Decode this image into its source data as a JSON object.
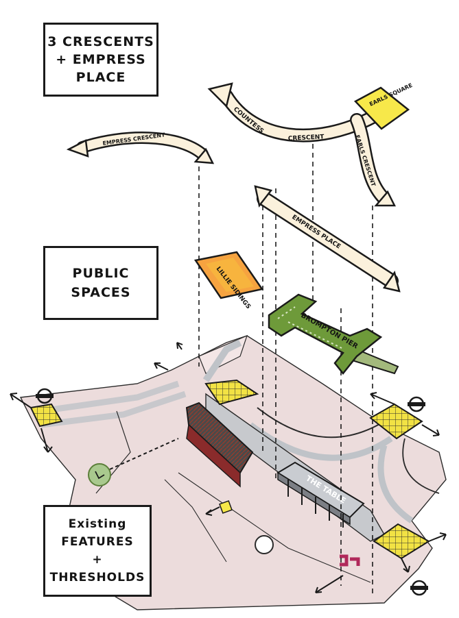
{
  "headings": {
    "crescents": "3 CRESCENTS\n+ EMPRESS\nPLACE",
    "public": "PUBLIC\nSPACES",
    "existing": "Existing\nFEATURES\n+\nTHRESHOLDS"
  },
  "arrow_labels": {
    "countess": "COUNTESS",
    "crescent": "CRESCENT",
    "earls_crescent": "EARLS CRESCENT",
    "earls_square": "EARLS SQUARE",
    "empress_crescent": "EMPRESS CRESCENT",
    "empress_place": "EMPRESS PLACE"
  },
  "spaces": {
    "lillie_sidings": "LILLIE SIDINGS",
    "brompton_pier": "BROMPTON PIER",
    "the_table": "THE TABLE"
  },
  "colors": {
    "ink": "#1a1a1a",
    "arrow_fill": "#fbf1dc",
    "square_yellow": "#f7e84a",
    "grid_yellow": "#f2e244",
    "orange": "#f6a340",
    "green": "#6e9a3a",
    "ground": "#ecdcdc",
    "roof_dark": "#4a4a4a",
    "grey_platform": "#b9bcc2",
    "maroon": "#b0285a"
  }
}
